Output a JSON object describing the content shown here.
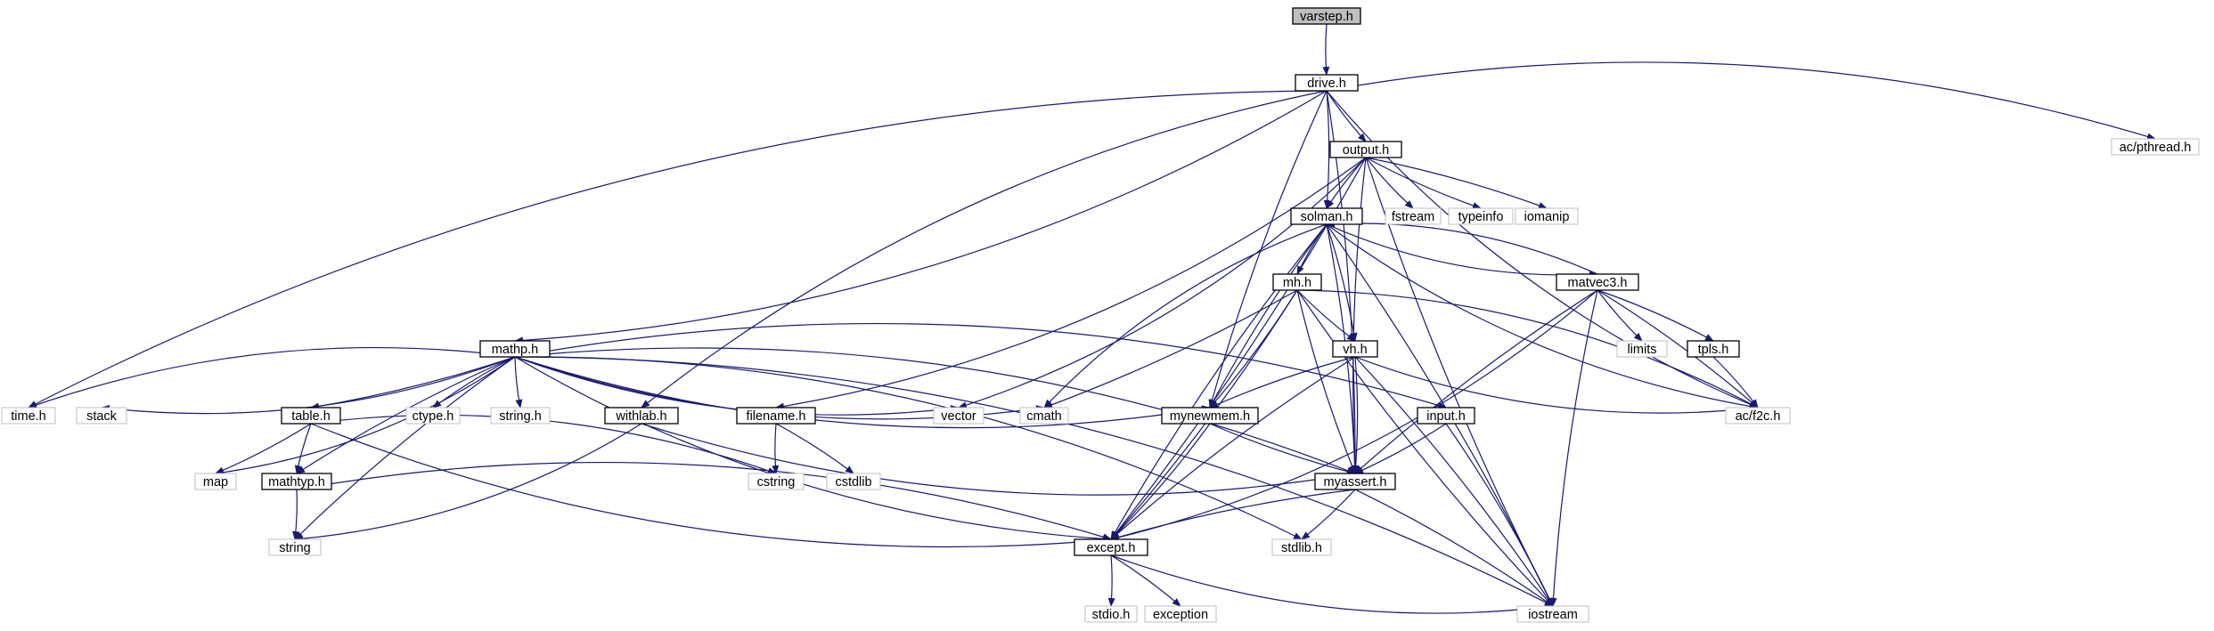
{
  "graph": {
    "colors": {
      "edge": "#191970",
      "root_fill": "#bfbfbf",
      "project_border": "#000000",
      "external_border": "#bfbfbf",
      "background": "#ffffff"
    },
    "nodes": [
      {
        "id": "varstep",
        "label": "varstep.h",
        "kind": "root"
      },
      {
        "id": "drive",
        "label": "drive.h",
        "kind": "project"
      },
      {
        "id": "pthread",
        "label": "ac/pthread.h",
        "kind": "external"
      },
      {
        "id": "output",
        "label": "output.h",
        "kind": "project"
      },
      {
        "id": "solman",
        "label": "solman.h",
        "kind": "project"
      },
      {
        "id": "fstream",
        "label": "fstream",
        "kind": "external"
      },
      {
        "id": "typeinfo",
        "label": "typeinfo",
        "kind": "external"
      },
      {
        "id": "iomanip",
        "label": "iomanip",
        "kind": "external"
      },
      {
        "id": "mh",
        "label": "mh.h",
        "kind": "project"
      },
      {
        "id": "matvec3",
        "label": "matvec3.h",
        "kind": "project"
      },
      {
        "id": "mathp",
        "label": "mathp.h",
        "kind": "project"
      },
      {
        "id": "vh",
        "label": "vh.h",
        "kind": "project"
      },
      {
        "id": "limits",
        "label": "limits",
        "kind": "external"
      },
      {
        "id": "tpls",
        "label": "tpls.h",
        "kind": "project"
      },
      {
        "id": "timeh",
        "label": "time.h",
        "kind": "external"
      },
      {
        "id": "stack",
        "label": "stack",
        "kind": "external"
      },
      {
        "id": "ctype",
        "label": "ctype.h",
        "kind": "external"
      },
      {
        "id": "stringh",
        "label": "string.h",
        "kind": "external"
      },
      {
        "id": "table",
        "label": "table.h",
        "kind": "project"
      },
      {
        "id": "withlab",
        "label": "withlab.h",
        "kind": "project"
      },
      {
        "id": "filename",
        "label": "filename.h",
        "kind": "project"
      },
      {
        "id": "vector",
        "label": "vector",
        "kind": "external"
      },
      {
        "id": "cmath",
        "label": "cmath",
        "kind": "external"
      },
      {
        "id": "mynewmem",
        "label": "mynewmem.h",
        "kind": "project"
      },
      {
        "id": "input",
        "label": "input.h",
        "kind": "project"
      },
      {
        "id": "f2c",
        "label": "ac/f2c.h",
        "kind": "external"
      },
      {
        "id": "map",
        "label": "map",
        "kind": "external"
      },
      {
        "id": "mathtyp",
        "label": "mathtyp.h",
        "kind": "project"
      },
      {
        "id": "cstring",
        "label": "cstring",
        "kind": "external"
      },
      {
        "id": "cstdlib",
        "label": "cstdlib",
        "kind": "external"
      },
      {
        "id": "myassert",
        "label": "myassert.h",
        "kind": "project"
      },
      {
        "id": "string",
        "label": "string",
        "kind": "external"
      },
      {
        "id": "except",
        "label": "except.h",
        "kind": "project"
      },
      {
        "id": "stdlib",
        "label": "stdlib.h",
        "kind": "external"
      },
      {
        "id": "stdio",
        "label": "stdio.h",
        "kind": "external"
      },
      {
        "id": "exception",
        "label": "exception",
        "kind": "external"
      },
      {
        "id": "iostream",
        "label": "iostream",
        "kind": "external"
      }
    ],
    "edges": [
      [
        "varstep",
        "drive"
      ],
      [
        "drive",
        "output"
      ],
      [
        "drive",
        "solman"
      ],
      [
        "drive",
        "pthread"
      ],
      [
        "drive",
        "timeh"
      ],
      [
        "drive",
        "mathp"
      ],
      [
        "drive",
        "withlab"
      ],
      [
        "drive",
        "mynewmem"
      ],
      [
        "drive",
        "f2c"
      ],
      [
        "drive",
        "myassert"
      ],
      [
        "output",
        "solman"
      ],
      [
        "output",
        "fstream"
      ],
      [
        "output",
        "typeinfo"
      ],
      [
        "output",
        "iomanip"
      ],
      [
        "output",
        "vector"
      ],
      [
        "output",
        "filename"
      ],
      [
        "output",
        "except"
      ],
      [
        "output",
        "myassert"
      ],
      [
        "output",
        "iostream"
      ],
      [
        "solman",
        "mh"
      ],
      [
        "solman",
        "matvec3"
      ],
      [
        "solman",
        "vh"
      ],
      [
        "solman",
        "mynewmem"
      ],
      [
        "solman",
        "cmath"
      ],
      [
        "solman",
        "except"
      ],
      [
        "solman",
        "myassert"
      ],
      [
        "solman",
        "f2c"
      ],
      [
        "solman",
        "iostream"
      ],
      [
        "matvec3",
        "solman"
      ],
      [
        "matvec3",
        "limits"
      ],
      [
        "matvec3",
        "tpls"
      ],
      [
        "matvec3",
        "f2c"
      ],
      [
        "matvec3",
        "myassert"
      ],
      [
        "matvec3",
        "except"
      ],
      [
        "matvec3",
        "iostream"
      ],
      [
        "mh",
        "vh"
      ],
      [
        "mh",
        "mynewmem"
      ],
      [
        "mh",
        "cmath"
      ],
      [
        "mh",
        "except"
      ],
      [
        "mh",
        "myassert"
      ],
      [
        "mh",
        "f2c"
      ],
      [
        "mh",
        "iostream"
      ],
      [
        "vh",
        "mynewmem"
      ],
      [
        "vh",
        "except"
      ],
      [
        "vh",
        "myassert"
      ],
      [
        "vh",
        "f2c"
      ],
      [
        "vh",
        "iostream"
      ],
      [
        "tpls",
        "f2c"
      ],
      [
        "mathp",
        "timeh"
      ],
      [
        "mathp",
        "stack"
      ],
      [
        "mathp",
        "ctype"
      ],
      [
        "mathp",
        "stringh"
      ],
      [
        "mathp",
        "table"
      ],
      [
        "mathp",
        "mathtyp"
      ],
      [
        "mathp",
        "map"
      ],
      [
        "mathp",
        "string"
      ],
      [
        "mathp",
        "vector"
      ],
      [
        "mathp",
        "cmath"
      ],
      [
        "mathp",
        "mynewmem"
      ],
      [
        "mathp",
        "input"
      ],
      [
        "mathp",
        "myassert"
      ],
      [
        "mathp",
        "except"
      ],
      [
        "mathp",
        "stdlib"
      ],
      [
        "mathp",
        "iostream"
      ],
      [
        "table",
        "map"
      ],
      [
        "table",
        "mathtyp"
      ],
      [
        "table",
        "cstring"
      ],
      [
        "table",
        "except"
      ],
      [
        "mathtyp",
        "string"
      ],
      [
        "mathtyp",
        "except"
      ],
      [
        "withlab",
        "string"
      ],
      [
        "withlab",
        "myassert"
      ],
      [
        "filename",
        "cstring"
      ],
      [
        "filename",
        "cstdlib"
      ],
      [
        "mynewmem",
        "myassert"
      ],
      [
        "mynewmem",
        "except"
      ],
      [
        "input",
        "myassert"
      ],
      [
        "input",
        "iostream"
      ],
      [
        "myassert",
        "except"
      ],
      [
        "myassert",
        "stdlib"
      ],
      [
        "myassert",
        "iostream"
      ],
      [
        "except",
        "stdio"
      ],
      [
        "except",
        "exception"
      ],
      [
        "except",
        "iostream"
      ]
    ]
  }
}
